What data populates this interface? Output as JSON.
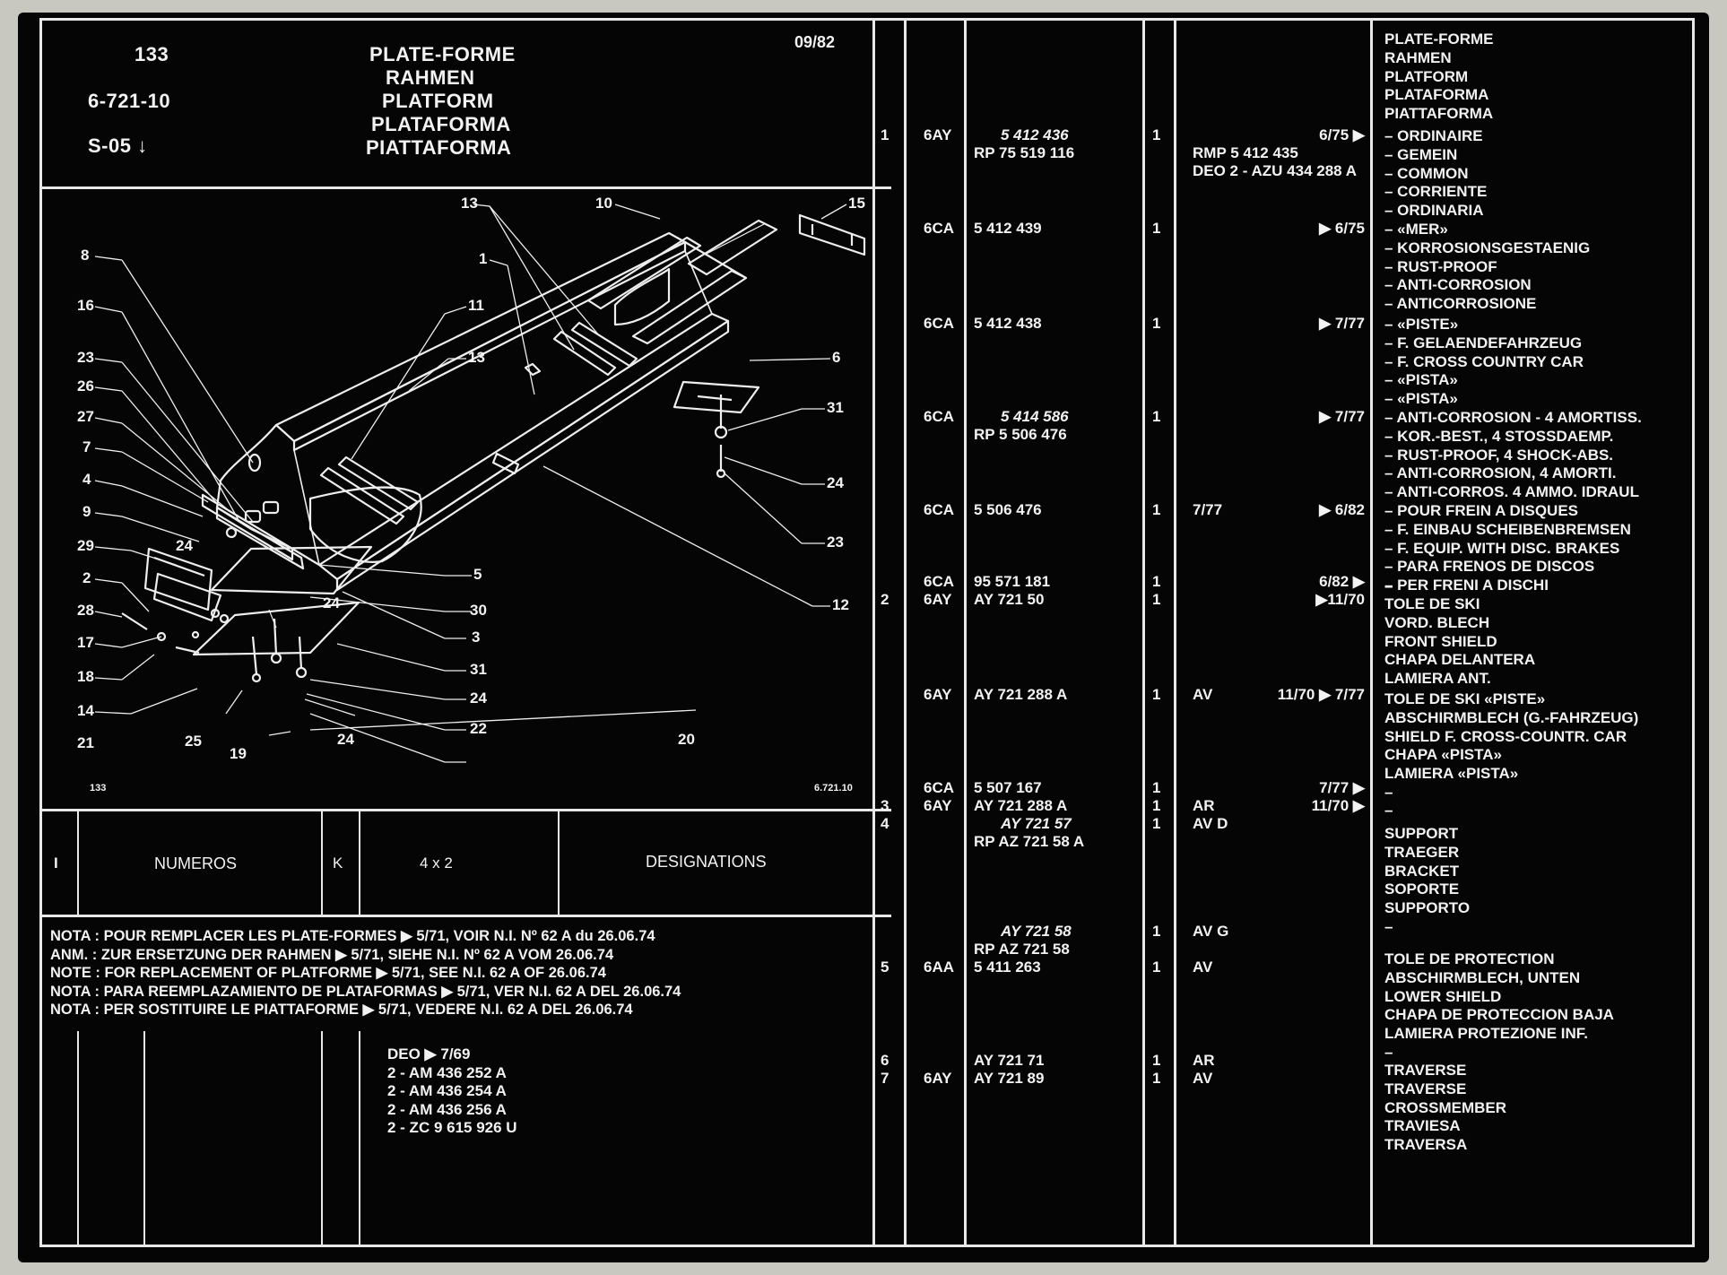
{
  "header": {
    "group_number": "133",
    "ref_code": "6-721-10",
    "section": "S-05 ↓",
    "date": "09/82",
    "titles": [
      "PLATE-FORME",
      "RAHMEN",
      "PLATFORM",
      "PLATAFORMA",
      "PIATTAFORMA"
    ]
  },
  "diagram": {
    "callouts": [
      "13",
      "10",
      "15",
      "8",
      "1",
      "16",
      "11",
      "13",
      "6",
      "23",
      "26",
      "27",
      "31",
      "7",
      "4",
      "24",
      "9",
      "23",
      "29",
      "24",
      "12",
      "2",
      "5",
      "24",
      "30",
      "28",
      "3",
      "17",
      "31",
      "18",
      "24",
      "14",
      "22",
      "21",
      "25",
      "24",
      "20",
      "19"
    ],
    "corner_left": "133",
    "corner_right": "6.721.10"
  },
  "table_header": {
    "col_i": "I",
    "col_numeros": "NUMEROS",
    "col_k": "K",
    "col_qty": "4 x 2",
    "col_designations": "DESIGNATIONS"
  },
  "notes": [
    "NOTA : POUR REMPLACER LES PLATE-FORMES  ▶ 5/71, VOIR N.I. Nº 62 A du 26.06.74",
    "ANM.  : ZUR ERSETZUNG DER RAHMEN ▶ 5/71, SIEHE N.I. Nº 62 A VOM 26.06.74",
    "NOTE : FOR REPLACEMENT OF PLATFORME ▶ 5/71, SEE N.I. 62 A OF 26.06.74",
    "NOTA : PARA REEMPLAZAMIENTO DE PLATAFORMAS ▶ 5/71, VER N.I. 62 A DEL 26.06.74",
    "NOTA : PER SOSTITUIRE LE PIATTAFORME ▶ 5/71, VEDERE N.I. 62 A DEL 26.06.74"
  ],
  "deo_block": [
    "DEO            ▶ 7/69",
    "2 - AM 436 252 A",
    "2 - AM 436 254 A",
    "2 - AM 436 256 A",
    "2 - ZC 9 615 926 U"
  ],
  "rows": [
    {
      "idx": "1",
      "code": "6AY",
      "part": "5 412 436",
      "part_italic": true,
      "qty": "1",
      "note": "",
      "date": "6/75 ▶"
    },
    {
      "idx": "",
      "code": "",
      "part": "RP 75 519 116",
      "part_italic": false,
      "qty": "",
      "note": "RMP  5 412 435",
      "date": ""
    },
    {
      "idx": "",
      "code": "",
      "part": "",
      "part_italic": false,
      "qty": "",
      "note": "DEO 2 - AZU 434 288 A",
      "date": ""
    },
    {
      "idx": "",
      "code": "6CA",
      "part": "5 412 439",
      "part_italic": false,
      "qty": "1",
      "note": "",
      "date": "▶ 6/75"
    },
    {
      "idx": "",
      "code": "6CA",
      "part": "5 412 438",
      "part_italic": false,
      "qty": "1",
      "note": "",
      "date": "▶ 7/77"
    },
    {
      "idx": "",
      "code": "6CA",
      "part": "5 414 586",
      "part_italic": true,
      "qty": "1",
      "note": "",
      "date": "▶ 7/77"
    },
    {
      "idx": "",
      "code": "",
      "part": "RP 5 506 476",
      "part_italic": false,
      "qty": "",
      "note": "",
      "date": ""
    },
    {
      "idx": "",
      "code": "6CA",
      "part": "5 506 476",
      "part_italic": false,
      "qty": "1",
      "note": "7/77",
      "date": "▶ 6/82"
    },
    {
      "idx": "",
      "code": "6CA",
      "part": "95 571 181",
      "part_italic": false,
      "qty": "1",
      "note": "",
      "date": "6/82 ▶"
    },
    {
      "idx": "2",
      "code": "6AY",
      "part": "AY 721 50",
      "part_italic": false,
      "qty": "1",
      "note": "",
      "date": "▶11/70"
    },
    {
      "idx": "",
      "code": "6AY",
      "part": "AY 721 288 A",
      "part_italic": false,
      "qty": "1",
      "note": "AV",
      "date": "11/70 ▶ 7/77"
    },
    {
      "idx": "",
      "code": "6CA",
      "part": "5 507 167",
      "part_italic": false,
      "qty": "1",
      "note": "",
      "date": "7/77 ▶"
    },
    {
      "idx": "3",
      "code": "6AY",
      "part": "AY 721 288 A",
      "part_italic": false,
      "qty": "1",
      "note": "AR",
      "date": "11/70 ▶"
    },
    {
      "idx": "4",
      "code": "",
      "part": "AY 721 57",
      "part_italic": true,
      "qty": "1",
      "note": "AV D",
      "date": ""
    },
    {
      "idx": "",
      "code": "",
      "part": "RP AZ 721 58 A",
      "part_italic": false,
      "qty": "",
      "note": "",
      "date": ""
    },
    {
      "idx": "",
      "code": "",
      "part": "AY 721 58",
      "part_italic": true,
      "qty": "1",
      "note": "AV G",
      "date": ""
    },
    {
      "idx": "",
      "code": "",
      "part": "RP AZ 721 58",
      "part_italic": false,
      "qty": "",
      "note": "",
      "date": ""
    },
    {
      "idx": "5",
      "code": "6AA",
      "part": "5 411 263",
      "part_italic": false,
      "qty": "1",
      "note": "AV",
      "date": ""
    },
    {
      "idx": "6",
      "code": "",
      "part": "AY 721 71",
      "part_italic": false,
      "qty": "1",
      "note": "AR",
      "date": ""
    },
    {
      "idx": "7",
      "code": "6AY",
      "part": "AY 721 89",
      "part_italic": false,
      "qty": "1",
      "note": "AV",
      "date": ""
    }
  ],
  "designations": [
    [
      "PLATE-FORME",
      "RAHMEN",
      "PLATFORM",
      "PLATAFORMA",
      "PIATTAFORMA"
    ],
    [
      "– ORDINAIRE",
      "– GEMEIN",
      "– COMMON",
      "– CORRIENTE",
      "– ORDINARIA"
    ],
    [
      "– «MER»",
      "– KORROSIONSGESTAENIG",
      "– RUST-PROOF",
      "– ANTI-CORROSION",
      "– ANTICORROSIONE"
    ],
    [
      "– «PISTE»",
      "– F. GELAENDEFAHRZEUG",
      "– F. CROSS COUNTRY CAR",
      "– «PISTA»",
      "– «PISTA»"
    ],
    [
      "– ANTI-CORROSION - 4 AMORTISS.",
      "– KOR.-BEST., 4 STOSSDAEMP.",
      "– RUST-PROOF, 4 SHOCK-ABS.",
      "– ANTI-CORROSION, 4 AMORTI.",
      "– ANTI-CORROS. 4 AMMO. IDRAUL"
    ],
    [
      "– POUR FREIN A DISQUES",
      "– F. EINBAU SCHEIBENBREMSEN",
      "– F. EQUIP. WITH DISC. BRAKES",
      "– PARA FRENOS DE DISCOS",
      "– PER FRENI A DISCHI"
    ],
    [
      "–"
    ],
    [
      "TOLE DE SKI",
      "VORD. BLECH",
      "FRONT SHIELD",
      "CHAPA DELANTERA",
      "LAMIERA ANT."
    ],
    [
      "TOLE DE SKI «PISTE»",
      "ABSCHIRMBLECH (G.-FAHRZEUG)",
      "SHIELD F. CROSS-COUNTR. CAR",
      "CHAPA «PISTA»",
      "LAMIERA «PISTA»"
    ],
    [
      "–"
    ],
    [
      "–"
    ],
    [
      "SUPPORT",
      "TRAEGER",
      "BRACKET",
      "SOPORTE",
      "SUPPORTO"
    ],
    [
      "–"
    ],
    [
      "TOLE DE PROTECTION",
      "ABSCHIRMBLECH, UNTEN",
      "LOWER SHIELD",
      "CHAPA DE PROTECCION BAJA",
      "LAMIERA PROTEZIONE INF."
    ],
    [
      "–"
    ],
    [
      "TRAVERSE",
      "TRAVERSE",
      "CROSSMEMBER",
      "TRAVIESA",
      "TRAVERSA"
    ]
  ]
}
